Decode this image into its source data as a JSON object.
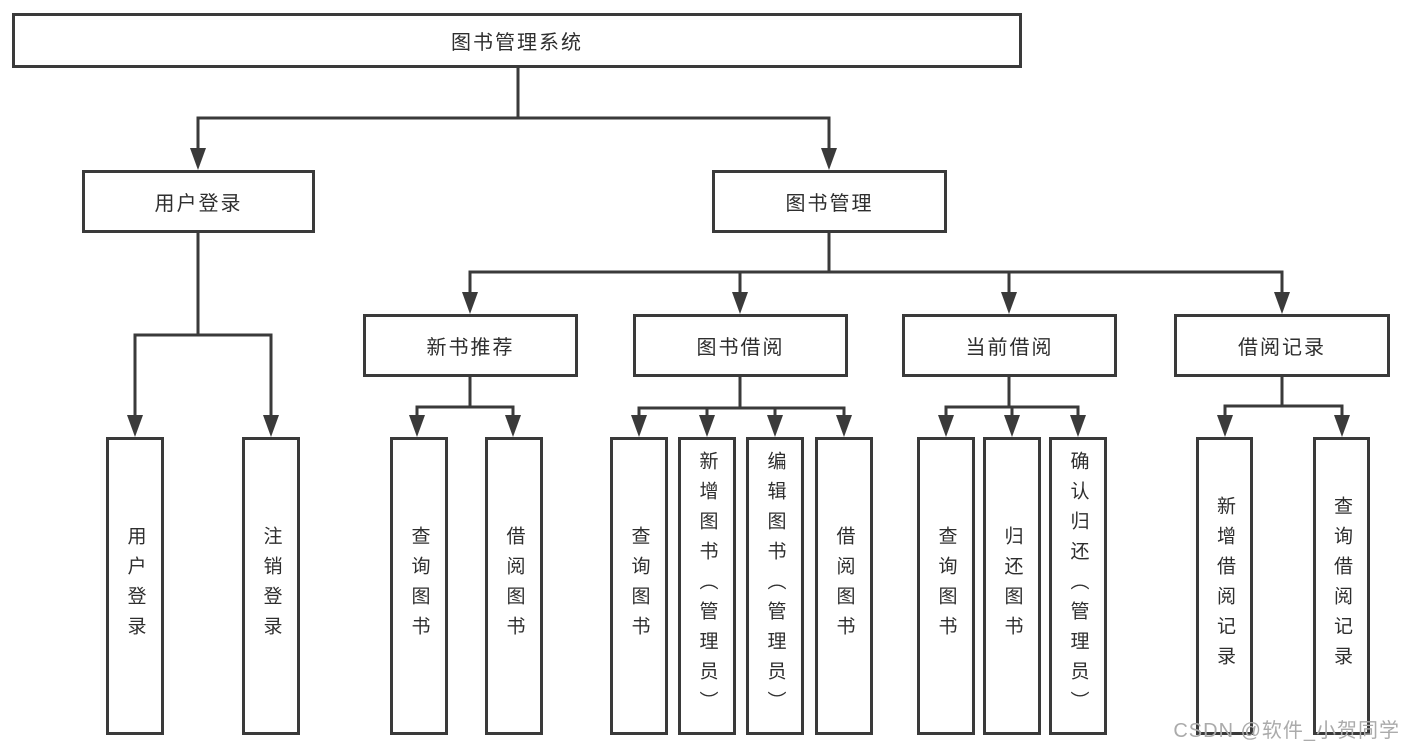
{
  "diagram": {
    "tree": {
      "label": "图书管理系统",
      "children": [
        {
          "label": "用户登录",
          "children": [
            {
              "label": "用户登录"
            },
            {
              "label": "注销登录"
            }
          ]
        },
        {
          "label": "图书管理",
          "children": [
            {
              "label": "新书推荐",
              "children": [
                {
                  "label": "查询图书"
                },
                {
                  "label": "借阅图书"
                }
              ]
            },
            {
              "label": "图书借阅",
              "children": [
                {
                  "label": "查询图书"
                },
                {
                  "label": "新增图书（管理员）"
                },
                {
                  "label": "编辑图书（管理员）"
                },
                {
                  "label": "借阅图书"
                }
              ]
            },
            {
              "label": "当前借阅",
              "children": [
                {
                  "label": "查询图书"
                },
                {
                  "label": "归还图书"
                },
                {
                  "label": "确认归还（管理员）"
                }
              ]
            },
            {
              "label": "借阅记录",
              "children": [
                {
                  "label": "新增借阅记录"
                },
                {
                  "label": "查询借阅记录"
                }
              ]
            }
          ]
        }
      ]
    },
    "watermark": "CSDN @软件_小贺同学",
    "colors": {
      "line": "#3a3a3a",
      "text": "#2e2e2e",
      "watermark": "#ababab",
      "background": "#ffffff"
    }
  }
}
